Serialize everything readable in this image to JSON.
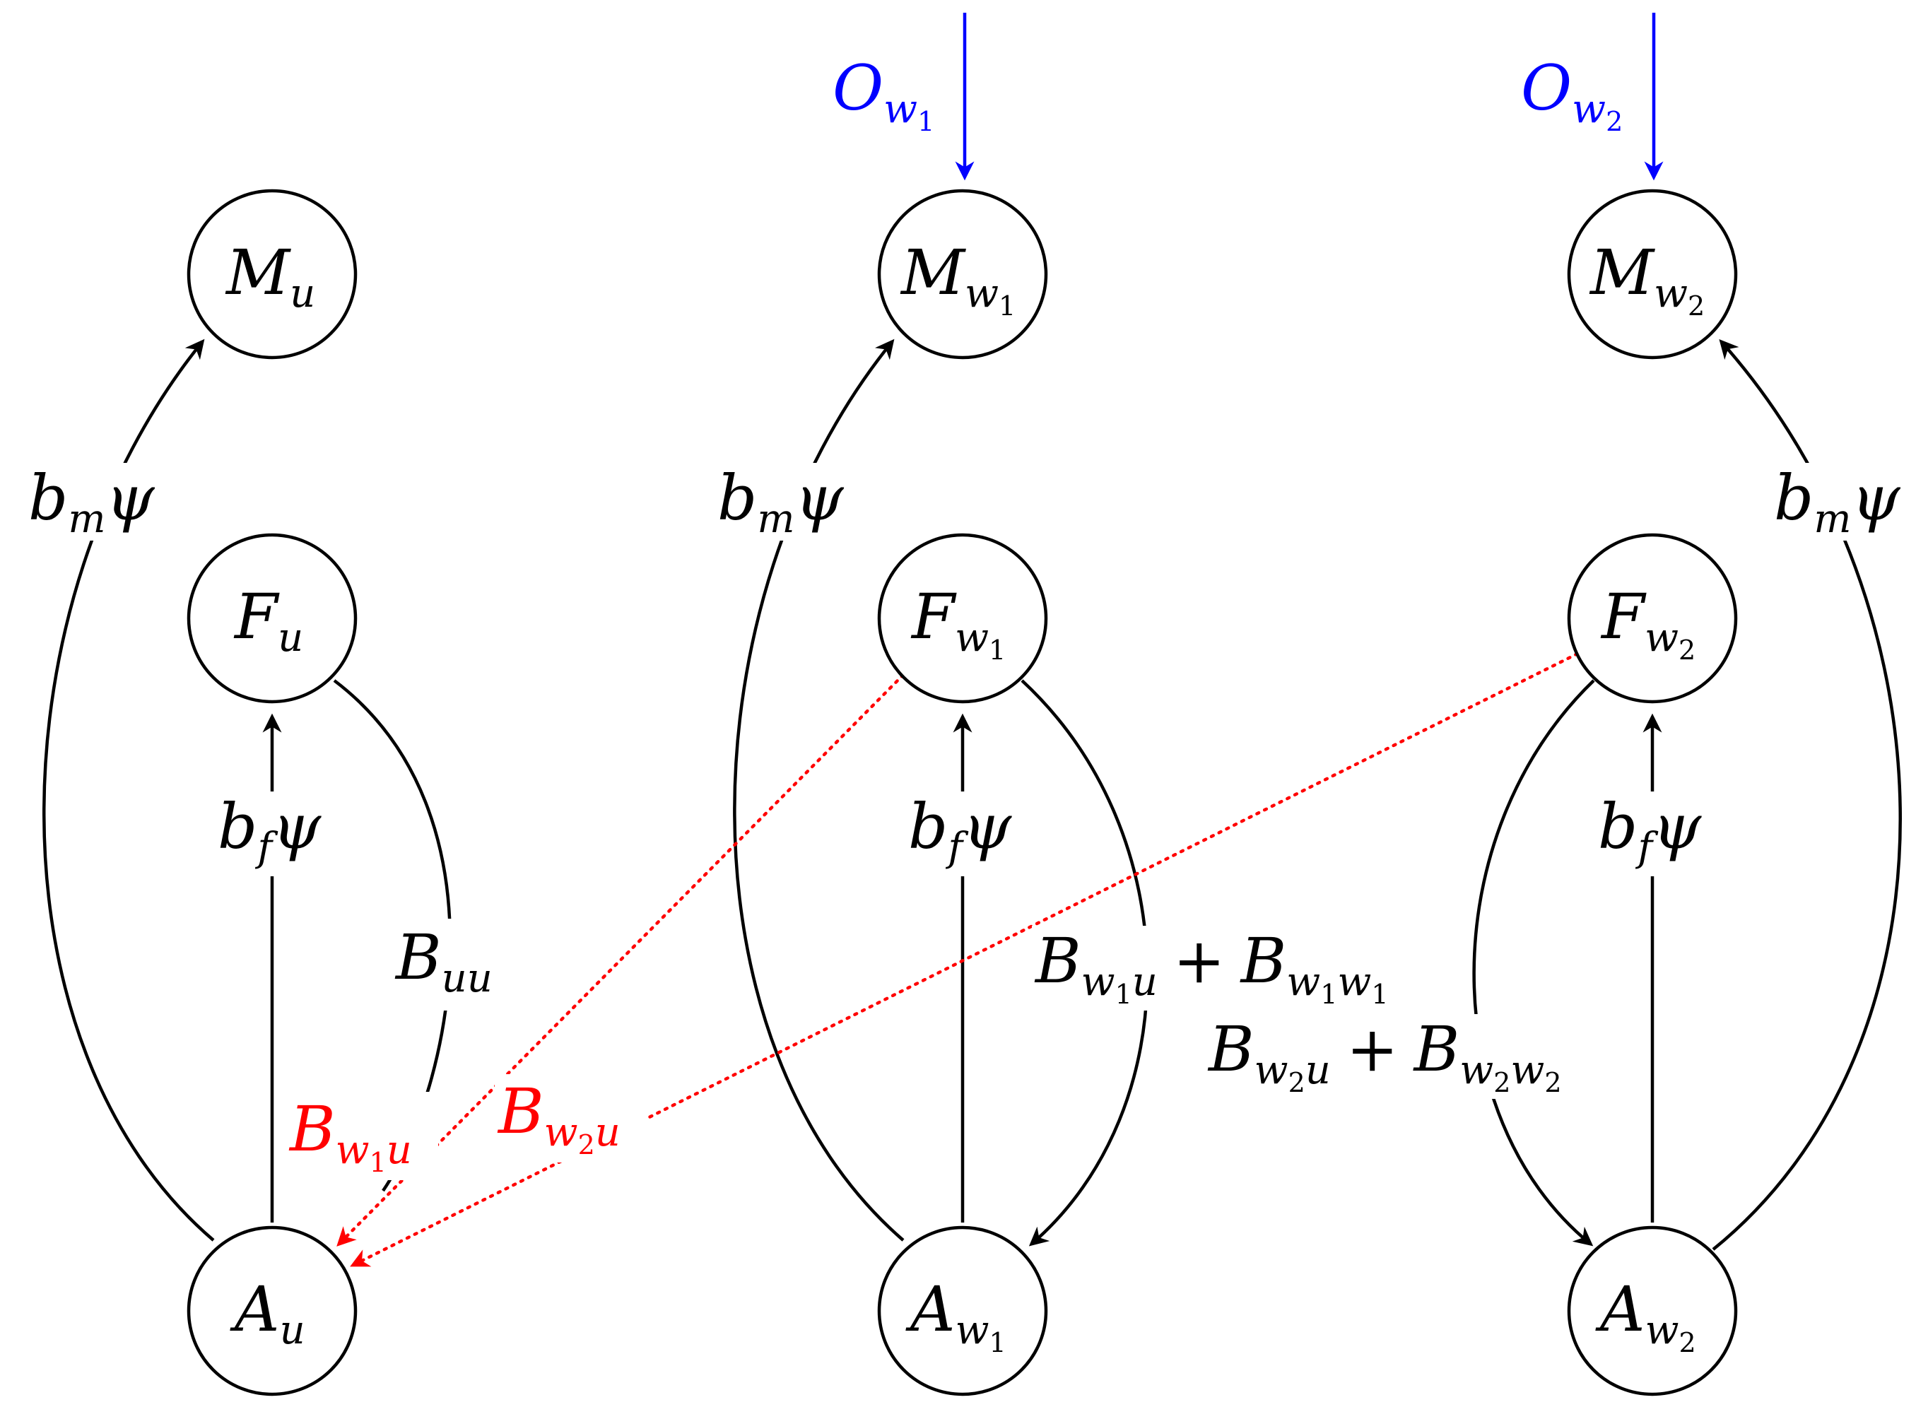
{
  "colors": {
    "black": "#000000",
    "red": "#ff0000",
    "blue": "#0000ff"
  },
  "nodes": {
    "Mu": {
      "base": "M",
      "sub": "u",
      "subsub": ""
    },
    "Fu": {
      "base": "F",
      "sub": "u",
      "subsub": ""
    },
    "Au": {
      "base": "A",
      "sub": "u",
      "subsub": ""
    },
    "Mw1": {
      "base": "M",
      "sub": "w",
      "subsub": "1"
    },
    "Fw1": {
      "base": "F",
      "sub": "w",
      "subsub": "1"
    },
    "Aw1": {
      "base": "A",
      "sub": "w",
      "subsub": "1"
    },
    "Mw2": {
      "base": "M",
      "sub": "w",
      "subsub": "2"
    },
    "Fw2": {
      "base": "F",
      "sub": "w",
      "subsub": "2"
    },
    "Aw2": {
      "base": "A",
      "sub": "w",
      "subsub": "2"
    }
  },
  "labels": {
    "bm": {
      "base": "b",
      "sub": "m",
      "tail": "ψ"
    },
    "bf": {
      "base": "b",
      "sub": "f",
      "tail": "ψ"
    },
    "Buu": {
      "base": "B",
      "sub": "uu"
    },
    "Bw1u_red": {
      "base": "B",
      "sub": "w",
      "subsub": "1",
      "sub2": "u"
    },
    "Bw2u_red": {
      "base": "B",
      "sub": "w",
      "subsub": "2",
      "sub2": "u"
    },
    "Ow1": {
      "base": "O",
      "sub": "w",
      "subsub": "1"
    },
    "Ow2": {
      "base": "O",
      "sub": "w",
      "subsub": "2"
    },
    "sum_w1": {
      "t1": {
        "base": "B",
        "sub": "w",
        "subsub": "1",
        "sub2": "u"
      },
      "plus": "+",
      "t2": {
        "base": "B",
        "sub": "w",
        "subsub": "1",
        "sub2": "w",
        "subsub2": "1"
      }
    },
    "sum_w2": {
      "t1": {
        "base": "B",
        "sub": "w",
        "subsub": "2",
        "sub2": "u"
      },
      "plus": "+",
      "t2": {
        "base": "B",
        "sub": "w",
        "subsub": "2",
        "sub2": "w",
        "subsub2": "2"
      }
    }
  }
}
